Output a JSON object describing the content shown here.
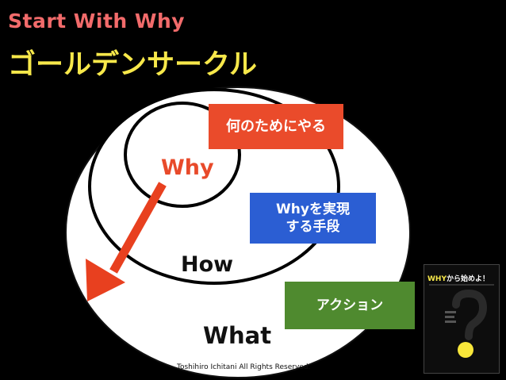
{
  "slide": {
    "title_en": "Start With Why",
    "title_ja": "ゴールデンサークル",
    "colors": {
      "background": "#000000",
      "title_en": "#f26b6b",
      "title_ja": "#f7e84a",
      "why": "#e84a2a",
      "box_red": "#ea4b2b",
      "box_blue": "#2b5ed3",
      "box_green": "#4f8a2f",
      "arrow": "#e8401f"
    }
  },
  "circle": {
    "why_label": "Why",
    "how_label": "How",
    "what_label": "What"
  },
  "callouts": {
    "why_desc": "何のためにやる",
    "how_desc_line1": "Whyを実現",
    "how_desc_line2": "する手段",
    "what_desc": "アクション"
  },
  "footer": {
    "copyright": "Toshihiro Ichitani All Rights Reserved."
  },
  "book": {
    "title_prefix": "WHY",
    "title_rest": "から始めよ！"
  }
}
